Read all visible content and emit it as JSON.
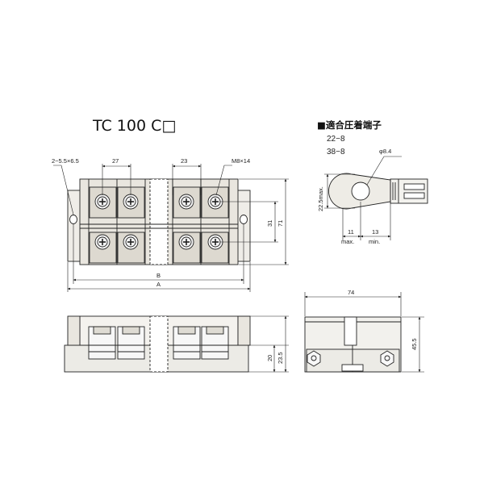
{
  "title": "TC 100 C□",
  "terminal_section": {
    "heading": "■適合圧着端子",
    "sizes": [
      "22−8",
      "38−8"
    ],
    "phi_label": "φ8.4",
    "dim_height": "22.5max.",
    "dim_11": "11",
    "label_max": "max.",
    "dim_13": "13",
    "label_min": "min."
  },
  "top_view": {
    "dim_holes": "2−5.5×6.5",
    "dim_pitch_27": "27",
    "dim_pitch_23": "23",
    "dim_screw": "M8×14",
    "dim_31": "31",
    "dim_71": "71",
    "dim_B": "B",
    "dim_A": "A"
  },
  "front_view": {
    "dim_20": "20",
    "dim_23_5": "23.5"
  },
  "side_view": {
    "dim_74": "74",
    "dim_45_5": "45.5"
  },
  "colors": {
    "line": "#222222",
    "block": "#e9e6df",
    "screw": "#f4f4f4"
  }
}
